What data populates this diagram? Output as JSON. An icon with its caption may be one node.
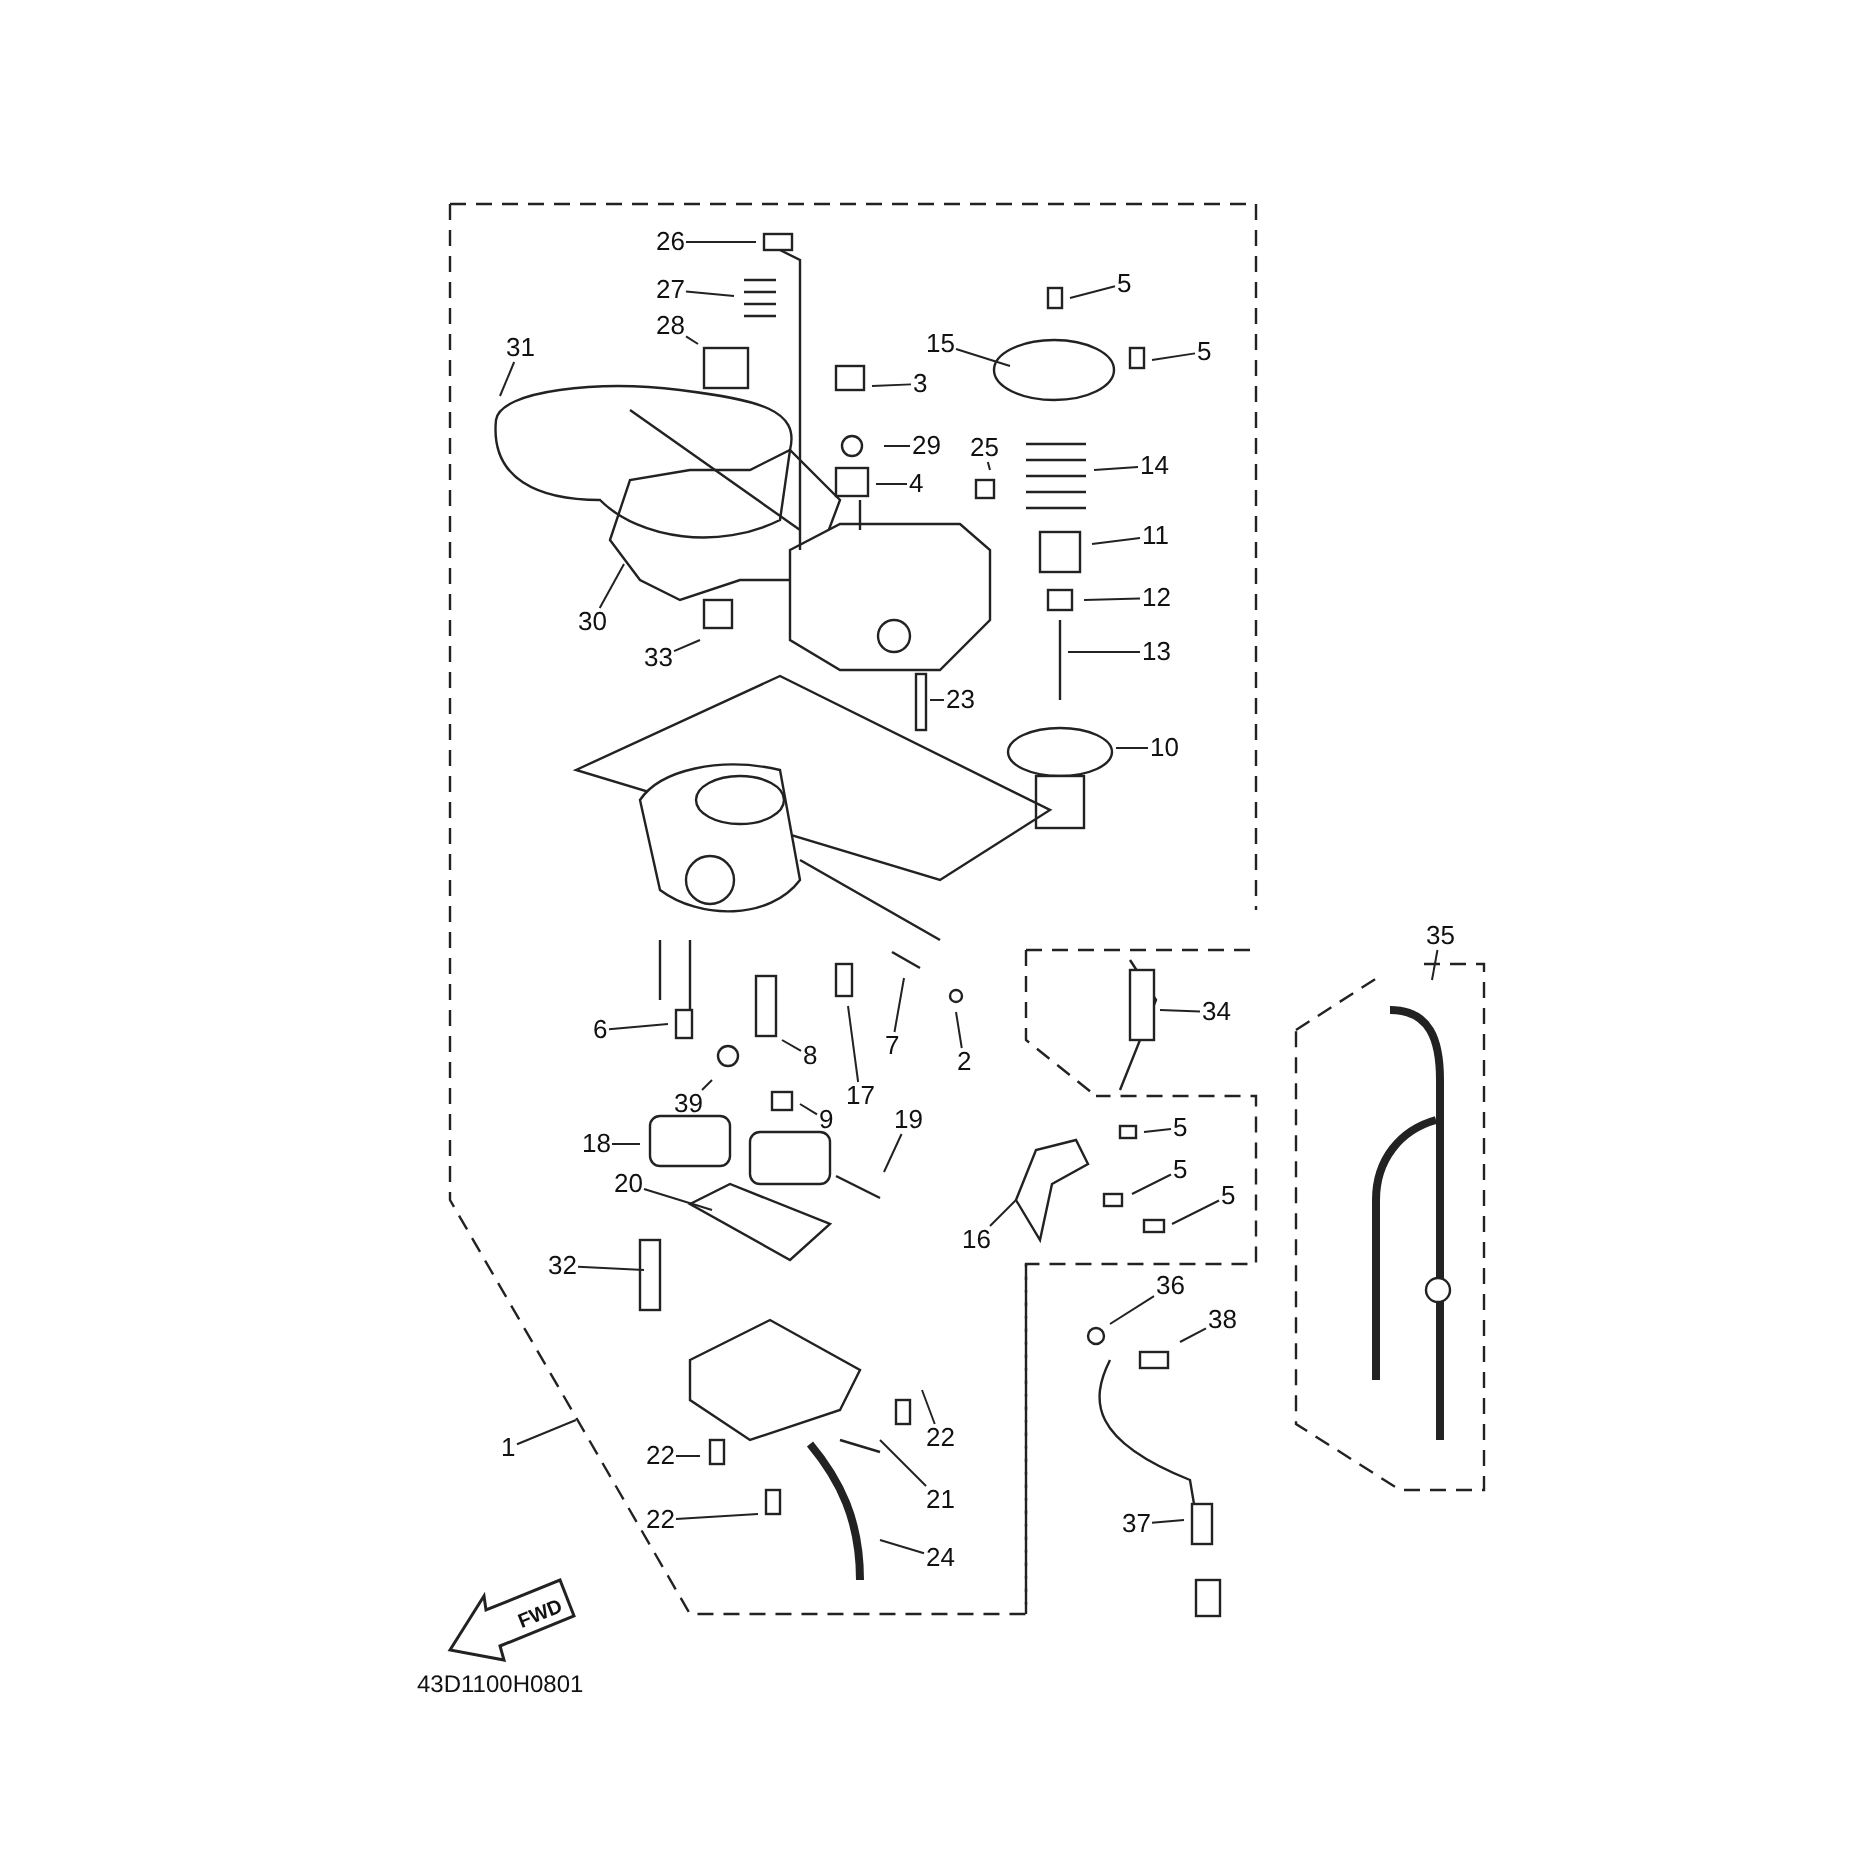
{
  "diagram": {
    "nodes": [
      {
        "text": [
          "26"
        ]
      },
      {
        "text": [
          "27"
        ]
      },
      {
        "text": [
          "28"
        ]
      },
      {
        "text": [
          "31"
        ]
      },
      {
        "text": [
          "5"
        ]
      },
      {
        "text": [
          "15"
        ]
      },
      {
        "text": [
          "5"
        ]
      },
      {
        "text": [
          "3"
        ]
      },
      {
        "text": [
          "29"
        ]
      },
      {
        "text": [
          "25"
        ]
      },
      {
        "text": [
          "4"
        ]
      },
      {
        "text": [
          "14"
        ]
      },
      {
        "text": [
          "11"
        ]
      },
      {
        "text": [
          "12"
        ]
      },
      {
        "text": [
          "30"
        ]
      },
      {
        "text": [
          "13"
        ]
      },
      {
        "text": [
          "33"
        ]
      },
      {
        "text": [
          "23"
        ]
      },
      {
        "text": [
          "10"
        ]
      },
      {
        "text": [
          "35"
        ]
      },
      {
        "text": [
          "34"
        ]
      },
      {
        "text": [
          "6"
        ]
      },
      {
        "text": [
          "8"
        ]
      },
      {
        "text": [
          "7"
        ]
      },
      {
        "text": [
          "2"
        ]
      },
      {
        "text": [
          "39"
        ]
      },
      {
        "text": [
          "17"
        ]
      },
      {
        "text": [
          "9"
        ]
      },
      {
        "text": [
          "19"
        ]
      },
      {
        "text": [
          "5"
        ]
      },
      {
        "text": [
          "18"
        ]
      },
      {
        "text": [
          "5"
        ]
      },
      {
        "text": [
          "20"
        ]
      },
      {
        "text": [
          "5"
        ]
      },
      {
        "text": [
          "16"
        ]
      },
      {
        "text": [
          "32"
        ]
      },
      {
        "text": [
          "36"
        ]
      },
      {
        "text": [
          "38"
        ]
      },
      {
        "text": [
          "1"
        ]
      },
      {
        "text": [
          "22"
        ]
      },
      {
        "text": [
          "22"
        ]
      },
      {
        "text": [
          "21"
        ]
      },
      {
        "text": [
          "22"
        ]
      },
      {
        "text": [
          "37"
        ]
      },
      {
        "text": [
          "24"
        ]
      }
    ],
    "edges": [
      {
        "from": 0,
        "to": null,
        "arrow": "none"
      },
      {
        "from": 1,
        "to": null,
        "arrow": "none"
      },
      {
        "from": 2,
        "to": null,
        "arrow": "none"
      },
      {
        "from": 3,
        "to": null,
        "arrow": "none"
      },
      {
        "from": 4,
        "to": null,
        "arrow": "none"
      },
      {
        "from": 5,
        "to": null,
        "arrow": "none"
      },
      {
        "from": 6,
        "to": null,
        "arrow": "none"
      },
      {
        "from": 7,
        "to": null,
        "arrow": "none"
      },
      {
        "from": 8,
        "to": null,
        "arrow": "none"
      },
      {
        "from": 9,
        "to": null,
        "arrow": "none"
      },
      {
        "from": 10,
        "to": null,
        "arrow": "none"
      },
      {
        "from": 11,
        "to": null,
        "arrow": "none"
      },
      {
        "from": 12,
        "to": null,
        "arrow": "none"
      },
      {
        "from": 13,
        "to": null,
        "arrow": "none"
      },
      {
        "from": 14,
        "to": null,
        "arrow": "none"
      },
      {
        "from": 15,
        "to": null,
        "arrow": "none"
      },
      {
        "from": 16,
        "to": null,
        "arrow": "none"
      },
      {
        "from": 17,
        "to": null,
        "arrow": "none"
      },
      {
        "from": 18,
        "to": null,
        "arrow": "none"
      },
      {
        "from": 19,
        "to": null,
        "arrow": "none"
      },
      {
        "from": 20,
        "to": null,
        "arrow": "none"
      },
      {
        "from": 21,
        "to": null,
        "arrow": "none"
      },
      {
        "from": 22,
        "to": null,
        "arrow": "none"
      },
      {
        "from": 23,
        "to": null,
        "arrow": "none"
      },
      {
        "from": 24,
        "to": null,
        "arrow": "none"
      },
      {
        "from": 25,
        "to": null,
        "arrow": "none"
      },
      {
        "from": 26,
        "to": null,
        "arrow": "none"
      },
      {
        "from": 27,
        "to": null,
        "arrow": "none"
      },
      {
        "from": 28,
        "to": null,
        "arrow": "none"
      },
      {
        "from": 29,
        "to": null,
        "arrow": "none"
      },
      {
        "from": 30,
        "to": null,
        "arrow": "none"
      },
      {
        "from": 31,
        "to": null,
        "arrow": "none"
      },
      {
        "from": 32,
        "to": null,
        "arrow": "none"
      },
      {
        "from": 33,
        "to": null,
        "arrow": "none"
      },
      {
        "from": 34,
        "to": null,
        "arrow": "none"
      },
      {
        "from": 35,
        "to": null,
        "arrow": "none"
      },
      {
        "from": 36,
        "to": null,
        "arrow": "none"
      },
      {
        "from": 37,
        "to": null,
        "arrow": "none"
      },
      {
        "from": 38,
        "to": null,
        "arrow": "none"
      },
      {
        "from": 39,
        "to": null,
        "arrow": "none"
      },
      {
        "from": 40,
        "to": null,
        "arrow": "none"
      },
      {
        "from": 41,
        "to": null,
        "arrow": "none"
      },
      {
        "from": 42,
        "to": null,
        "arrow": "none"
      },
      {
        "from": 43,
        "to": null,
        "arrow": "none"
      },
      {
        "from": 44,
        "to": null,
        "arrow": "none"
      }
    ],
    "labels": [
      "FWD",
      "43D1100H0801"
    ]
  }
}
